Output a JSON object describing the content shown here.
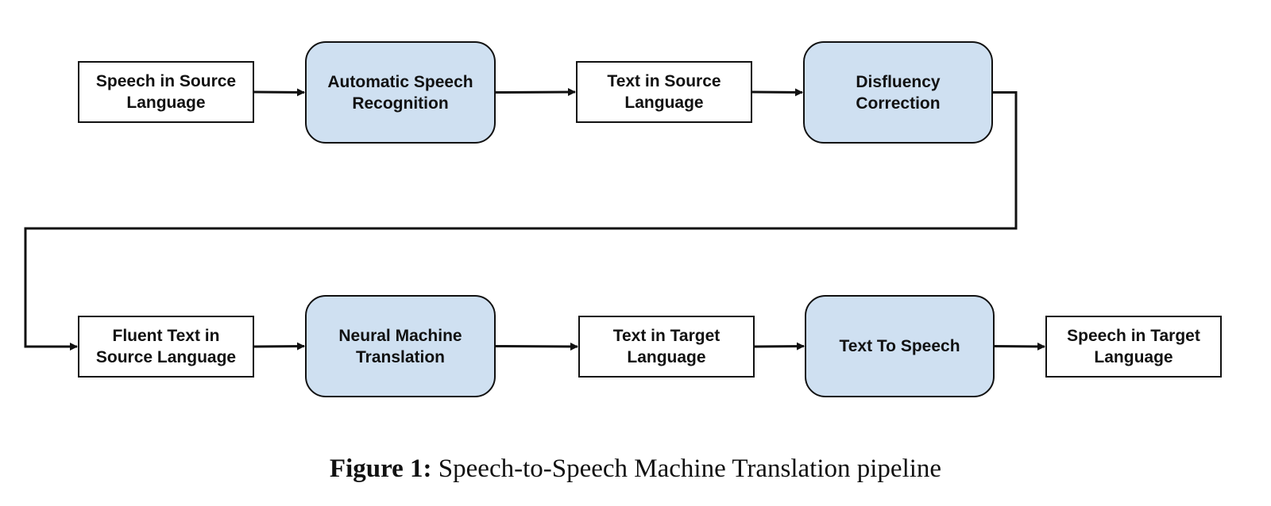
{
  "colors": {
    "process_fill": "#cfe0f1",
    "data_fill": "#ffffff",
    "stroke": "#111111"
  },
  "nodes": [
    {
      "id": "speech-source",
      "kind": "data",
      "label": "Speech in Source\nLanguage"
    },
    {
      "id": "asr",
      "kind": "process",
      "label": "Automatic Speech\nRecognition"
    },
    {
      "id": "text-source",
      "kind": "data",
      "label": "Text in Source\nLanguage"
    },
    {
      "id": "disfluency",
      "kind": "process",
      "label": "Disfluency\nCorrection"
    },
    {
      "id": "fluent-text",
      "kind": "data",
      "label": "Fluent Text in\nSource Language"
    },
    {
      "id": "nmt",
      "kind": "process",
      "label": "Neural Machine\nTranslation"
    },
    {
      "id": "text-target",
      "kind": "data",
      "label": "Text in Target\nLanguage"
    },
    {
      "id": "tts",
      "kind": "process",
      "label": "Text To Speech"
    },
    {
      "id": "speech-target",
      "kind": "data",
      "label": "Speech in Target\nLanguage"
    }
  ],
  "edges": [
    {
      "from": "speech-source",
      "to": "asr"
    },
    {
      "from": "asr",
      "to": "text-source"
    },
    {
      "from": "text-source",
      "to": "disfluency"
    },
    {
      "from": "disfluency",
      "to": "fluent-text"
    },
    {
      "from": "fluent-text",
      "to": "nmt"
    },
    {
      "from": "nmt",
      "to": "text-target"
    },
    {
      "from": "text-target",
      "to": "tts"
    },
    {
      "from": "tts",
      "to": "speech-target"
    }
  ],
  "caption": {
    "label": "Figure 1:",
    "text": " Speech-to-Speech Machine Translation pipeline"
  }
}
